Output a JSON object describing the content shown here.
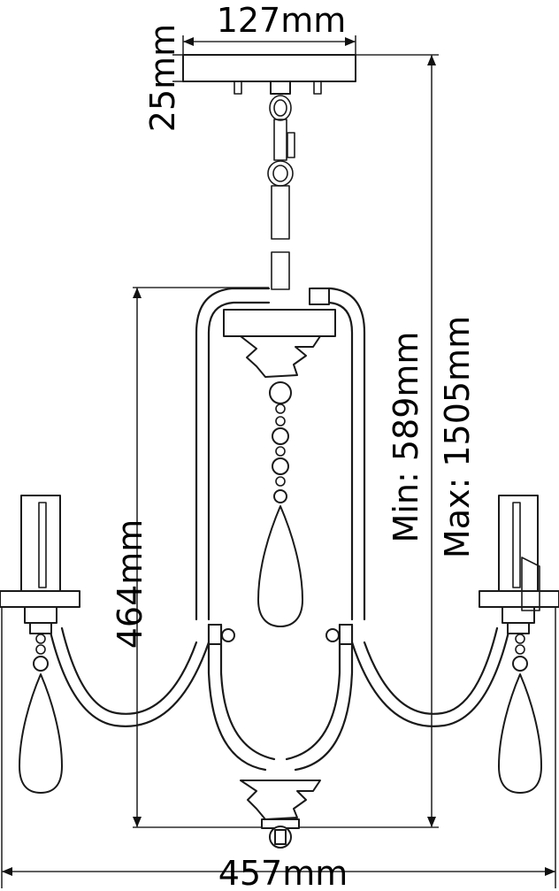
{
  "dimensions": {
    "canopy_width": "127mm",
    "canopy_height": "25mm",
    "body_height": "464mm",
    "min_height": "Min: 589mm",
    "max_height": "Max: 1505mm",
    "overall_width": "457mm"
  }
}
